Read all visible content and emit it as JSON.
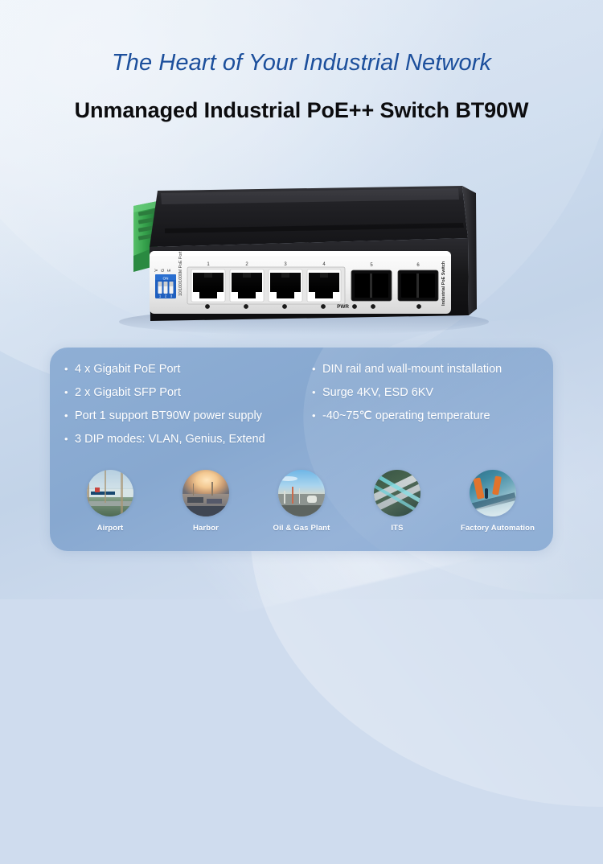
{
  "header": {
    "tagline": "The Heart of Your Industrial Network",
    "product_title": "Unmanaged Industrial PoE++ Switch BT90W"
  },
  "colors": {
    "tagline": "#1c4f9c",
    "product_title": "#0c0c0e",
    "panel_blue": "#8fafd5",
    "background_blue": "#cddcee",
    "feature_text": "#ffffff",
    "device_body": "#1b1b1d",
    "terminal_block_green": "#3aa14f",
    "dip_switch_blue": "#1f5fbf"
  },
  "device": {
    "front_label_left": "10/100/1000M PoE Port",
    "front_label_right": "Industrial PoE Switch",
    "dip_label": "ON",
    "dip_positions": [
      "1",
      "2",
      "3"
    ],
    "dip_side_labels": [
      "V",
      "G",
      "E"
    ],
    "port_numbers": [
      "1",
      "2",
      "3",
      "4"
    ],
    "sfp_numbers": [
      "5",
      "6"
    ],
    "power_label": "PWR"
  },
  "features": {
    "left_column": [
      "4 x Gigabit PoE Port",
      "2 x Gigabit SFP Port",
      "Port 1 support BT90W power supply",
      "3 DIP modes: VLAN, Genius, Extend"
    ],
    "right_column": [
      "DIN rail and wall-mount installation",
      "Surge 4KV, ESD 6KV",
      "-40~75℃ operating temperature"
    ],
    "bullet_glyph": "•"
  },
  "applications": [
    {
      "label": "Airport",
      "icon": "airport-photo-icon"
    },
    {
      "label": "Harbor",
      "icon": "harbor-photo-icon"
    },
    {
      "label": "Oil & Gas Plant",
      "icon": "oil-gas-plant-photo-icon"
    },
    {
      "label": "ITS",
      "icon": "its-photo-icon"
    },
    {
      "label": "Factory Automation",
      "icon": "factory-automation-photo-icon"
    }
  ]
}
